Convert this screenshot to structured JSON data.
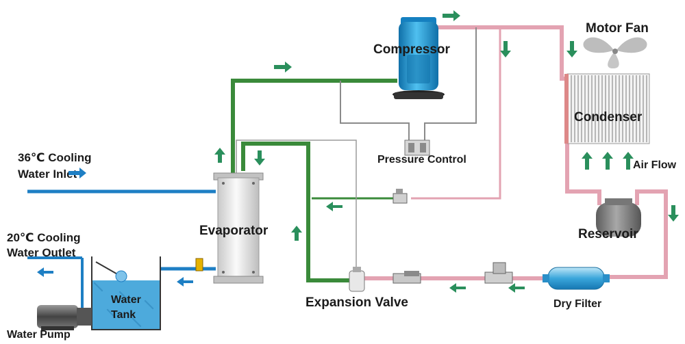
{
  "labels": {
    "compressor": "Compressor",
    "motor_fan": "Motor Fan",
    "condenser": "Condenser",
    "air_flow": "Air Flow",
    "pressure_control": "Pressure Control",
    "reservoir": "Reservoir",
    "evaporator": "Evaporator",
    "inlet_line1": "36℃ Cooling",
    "inlet_line2": "Water Inlet",
    "outlet_line1": "20℃ Cooling",
    "outlet_line2": "Water Outlet",
    "water_tank_line1": "Water",
    "water_tank_line2": "Tank",
    "water_pump": "Water Pump",
    "expansion_valve": "Expansion Valve",
    "dry_filter": "Dry Filter"
  },
  "colors": {
    "water_pipe": "#1e7fc4",
    "suction_pipe": "#3a8a3a",
    "discharge_pipe": "#e3a3b2",
    "control_line": "#8a8a8a",
    "tank_water": "#2e9bd6",
    "compressor": "#1f9ad6"
  }
}
